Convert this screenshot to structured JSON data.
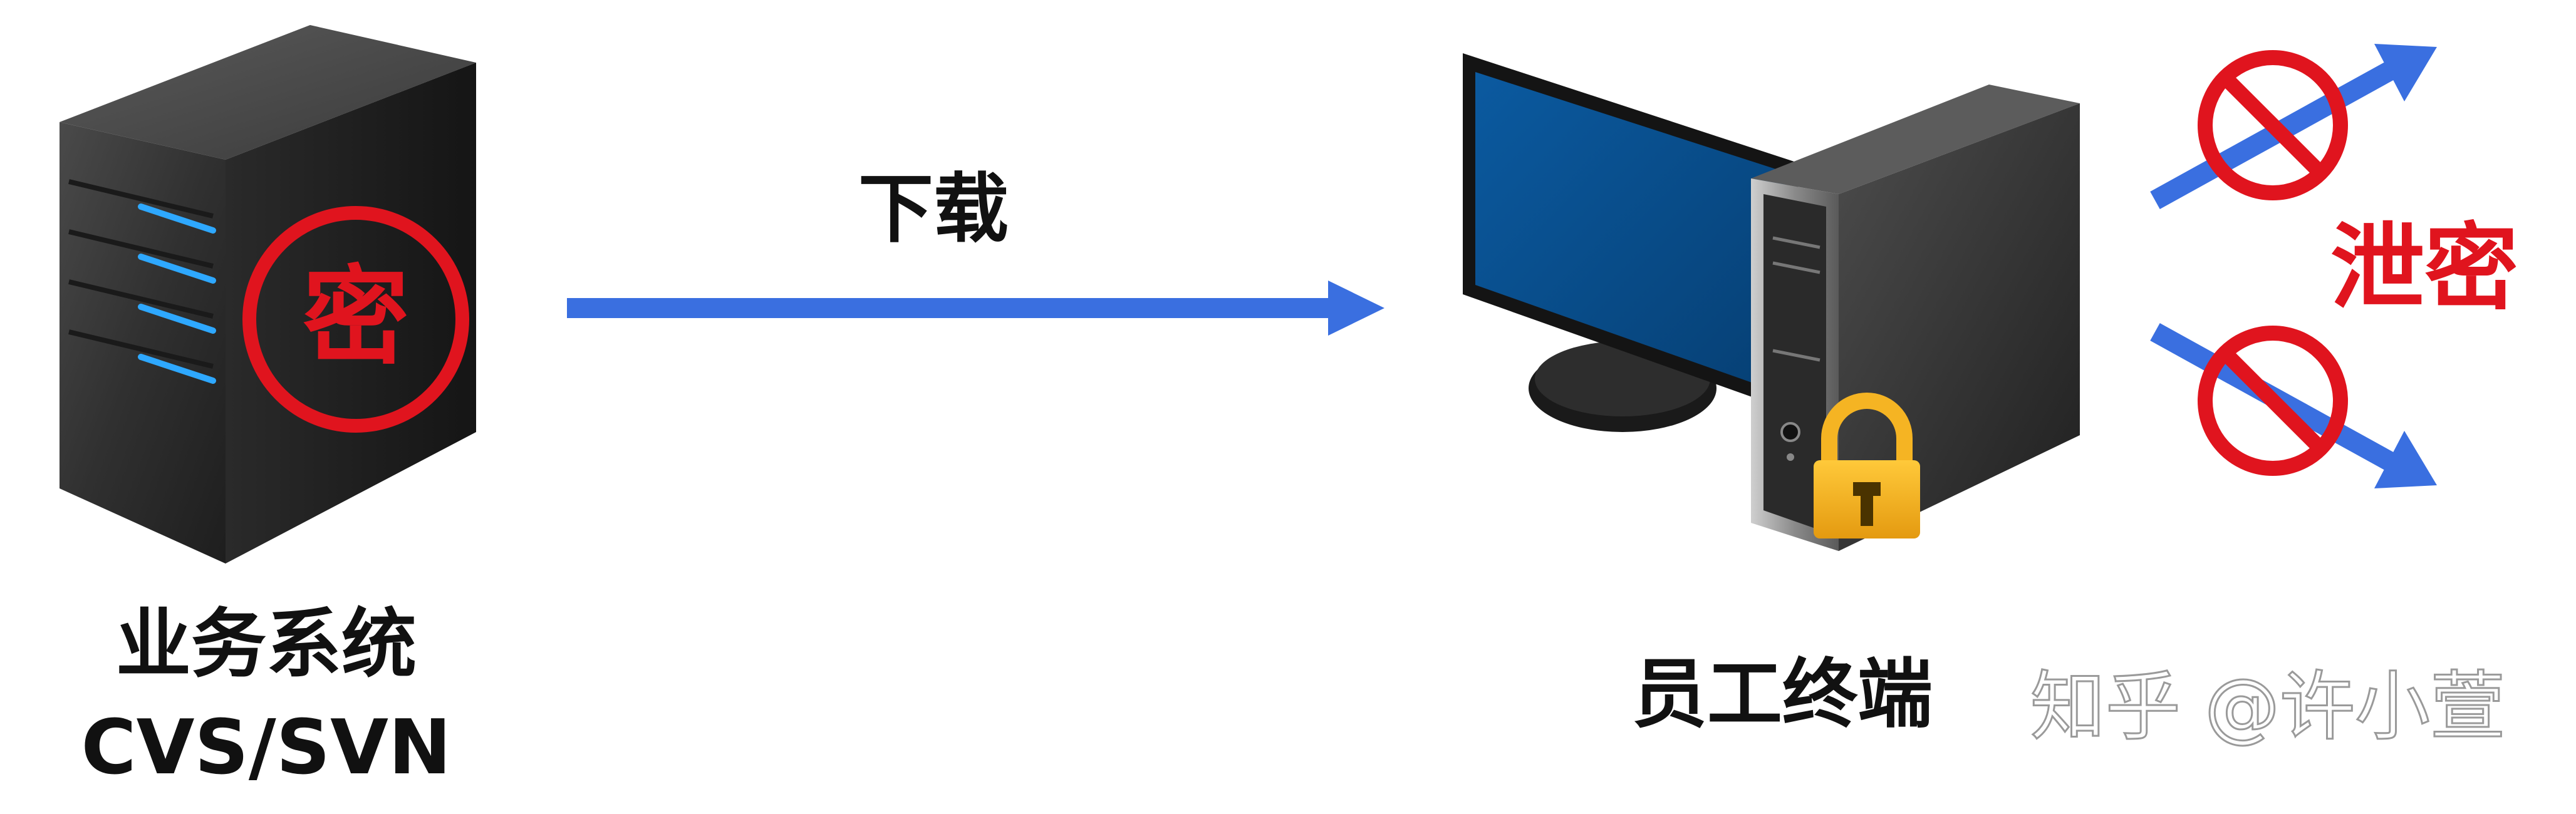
{
  "flow": {
    "action_label": "下载"
  },
  "server": {
    "badge_text": "密",
    "title": "业务系统",
    "subtitle": "CVS/SVN"
  },
  "terminal": {
    "title": "员工终端"
  },
  "leak": {
    "label": "泄密"
  },
  "watermark": {
    "text": "知乎 @许小萱"
  },
  "colors": {
    "arrow_blue": "#3a6fe0",
    "prohibit_red": "#e0141e",
    "server_dark": "#2f2f2f",
    "screen_blue": "#07508f",
    "lock_gold": "#f5b423",
    "led_blue": "#2ea8ff"
  }
}
